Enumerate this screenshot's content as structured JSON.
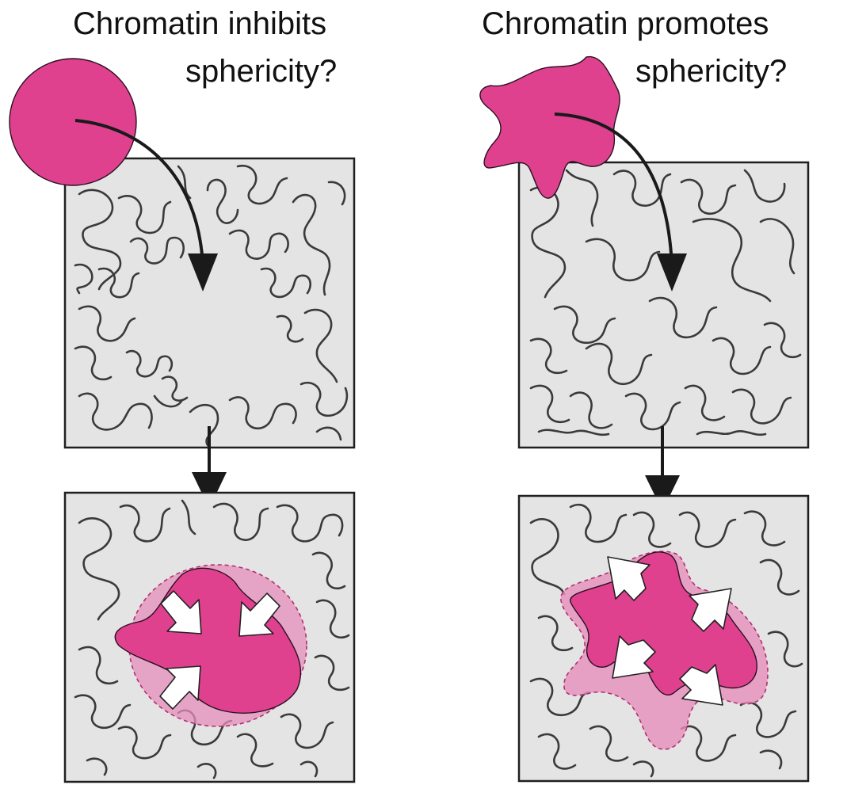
{
  "left_column": {
    "title_line1": "Chromatin inhibits",
    "title_line2": "sphericity?"
  },
  "right_column": {
    "title_line1": "Chromatin promotes",
    "title_line2": "sphericity?"
  },
  "colors": {
    "condensate": "#e0418f",
    "condensate_ghost": "#e68fbb",
    "nucleoplasm": "#e4e4e4",
    "chromatin": "#3a3a3a",
    "arrow": "#1a1a1a",
    "force_arrow": "#ffffff"
  }
}
